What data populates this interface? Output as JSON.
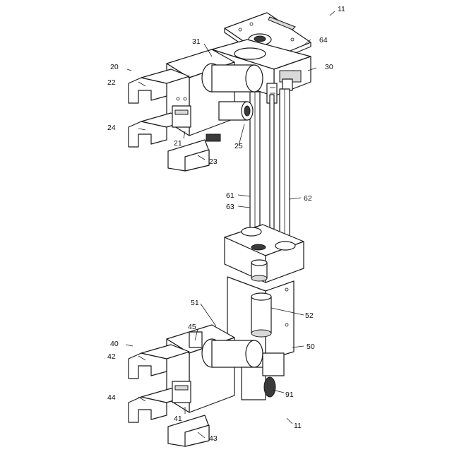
{
  "labels": {
    "l11a": "11",
    "l11b": "11",
    "l20": "20",
    "l21": "21",
    "l22": "22",
    "l23": "23",
    "l24": "24",
    "l25": "25",
    "l30": "30",
    "l31": "31",
    "l40": "40",
    "l41": "41",
    "l42": "42",
    "l43": "43",
    "l44": "44",
    "l45": "45",
    "l50": "50",
    "l51": "51",
    "l52": "52",
    "l61": "61",
    "l62": "62",
    "l63": "63",
    "l64": "64",
    "l91": "91"
  }
}
